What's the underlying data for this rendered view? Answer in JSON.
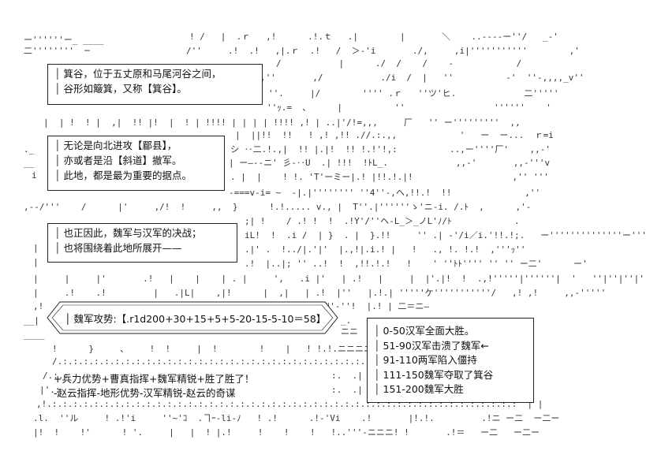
{
  "narration": {
    "box1": [
      "箕谷，位于五丈原和马尾河谷之间，",
      "谷形如簸箕，又称【箕谷】。"
    ],
    "box2": [
      "无论是向北进攻【郿县】，",
      "亦或者是沿【斜道】撤军。",
      "此地，都是最为重要的据点。"
    ],
    "box3": [
      "也正因此，魏军与汉军的决战；",
      "也将围绕着此地所展开——"
    ]
  },
  "attack_roll": {
    "label": "魏军攻势:",
    "formula": "【.r1d200+30+15+5+5-20-15-5-10＝58】"
  },
  "modifiers": {
    "bonus": "+兵力优势+曹真指挥+魏军精锐+胜了胜了！",
    "penalty": "-赵云指挥-地形优势-汉军精锐-赵云的奇谋"
  },
  "outcomes": [
    "0-50汉军全面大胜。",
    "51-90汉军击溃了魏军←",
    "91-110两军陷入僵持",
    "111-150魏军夺取了箕谷",
    "151-200魏军大胜"
  ]
}
